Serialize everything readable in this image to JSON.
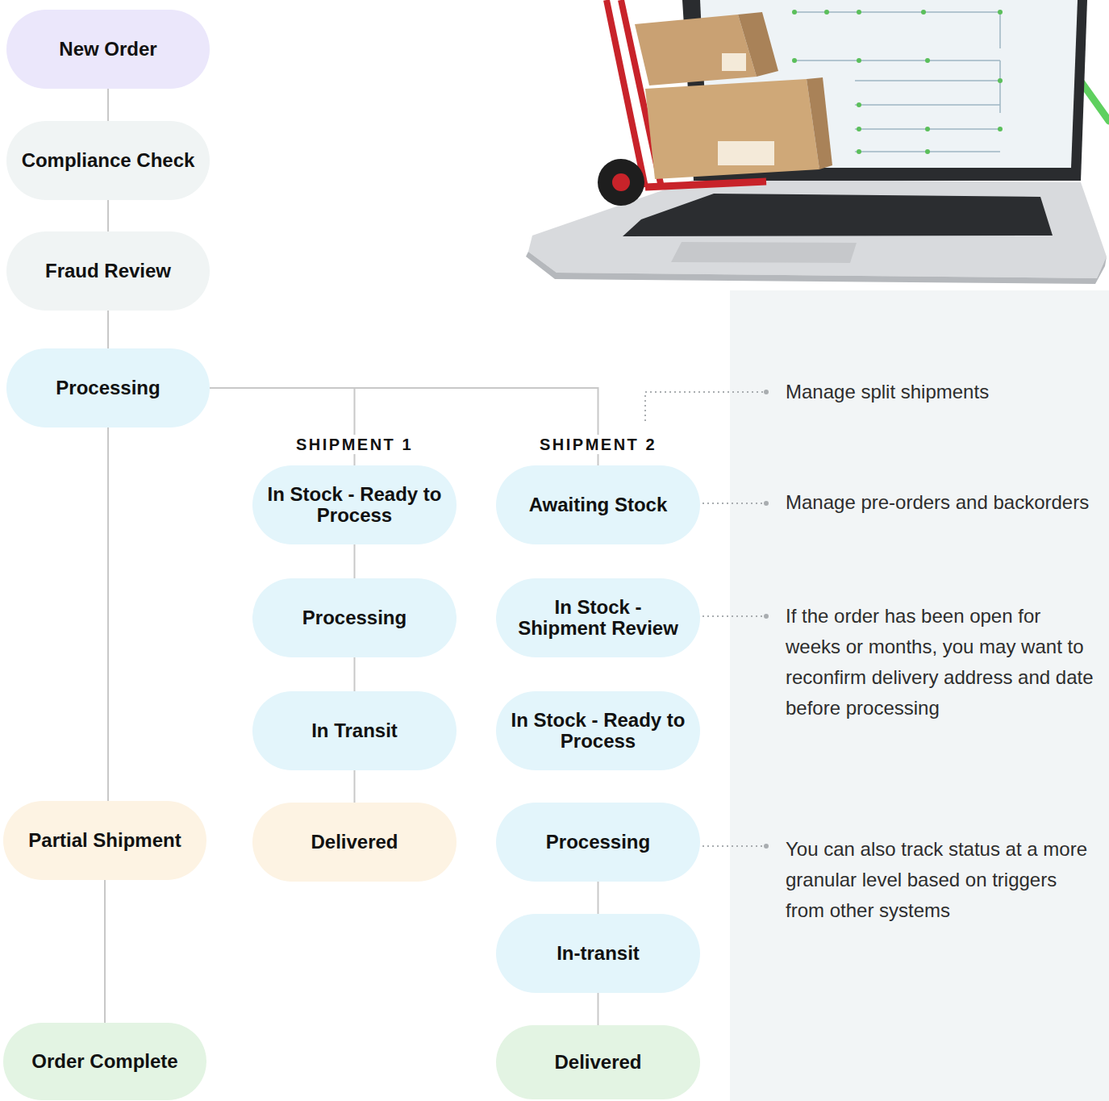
{
  "diagram": {
    "nodes": [
      {
        "text": [
          "New Order"
        ]
      },
      {
        "text": [
          "Compliance Check"
        ]
      },
      {
        "text": [
          "Fraud Review"
        ]
      },
      {
        "text": [
          "Processing"
        ]
      },
      {
        "text": [
          "Partial Shipment"
        ]
      },
      {
        "text": [
          "Order Complete"
        ]
      },
      {
        "text": [
          "In Stock - Ready to Process"
        ]
      },
      {
        "text": [
          "Processing"
        ]
      },
      {
        "text": [
          "In Transit"
        ]
      },
      {
        "text": [
          "Delivered"
        ]
      },
      {
        "text": [
          "Awaiting Stock"
        ]
      },
      {
        "text": [
          "In Stock - Shipment Review"
        ]
      },
      {
        "text": [
          "In Stock - Ready to Process"
        ]
      },
      {
        "text": [
          "Processing"
        ]
      },
      {
        "text": [
          "In-transit"
        ]
      },
      {
        "text": [
          "Delivered"
        ]
      }
    ],
    "edges": [
      {
        "from": 0,
        "to": 1,
        "arrow": "none"
      },
      {
        "from": 1,
        "to": 2,
        "arrow": "none"
      },
      {
        "from": 2,
        "to": 3,
        "arrow": "none"
      },
      {
        "from": 3,
        "to": 4,
        "arrow": "none"
      },
      {
        "from": 4,
        "to": 5,
        "arrow": "none"
      },
      {
        "from": 3,
        "to": 6,
        "arrow": "none"
      },
      {
        "from": 3,
        "to": 10,
        "arrow": "none"
      },
      {
        "from": 6,
        "to": 7,
        "arrow": "none"
      },
      {
        "from": 7,
        "to": 8,
        "arrow": "none"
      },
      {
        "from": 8,
        "to": 9,
        "arrow": "none"
      },
      {
        "from": 13,
        "to": 14,
        "arrow": "none"
      },
      {
        "from": 14,
        "to": 15,
        "arrow": "none"
      }
    ],
    "labels": [
      "SHIPMENT 1",
      "SHIPMENT 2",
      "Manage split shipments",
      "Manage pre-orders and backorders",
      "If the order has been open for weeks or months, you may want to reconfirm delivery address and date before processing",
      "You can also track status at a more granular level based on triggers from other systems"
    ]
  }
}
